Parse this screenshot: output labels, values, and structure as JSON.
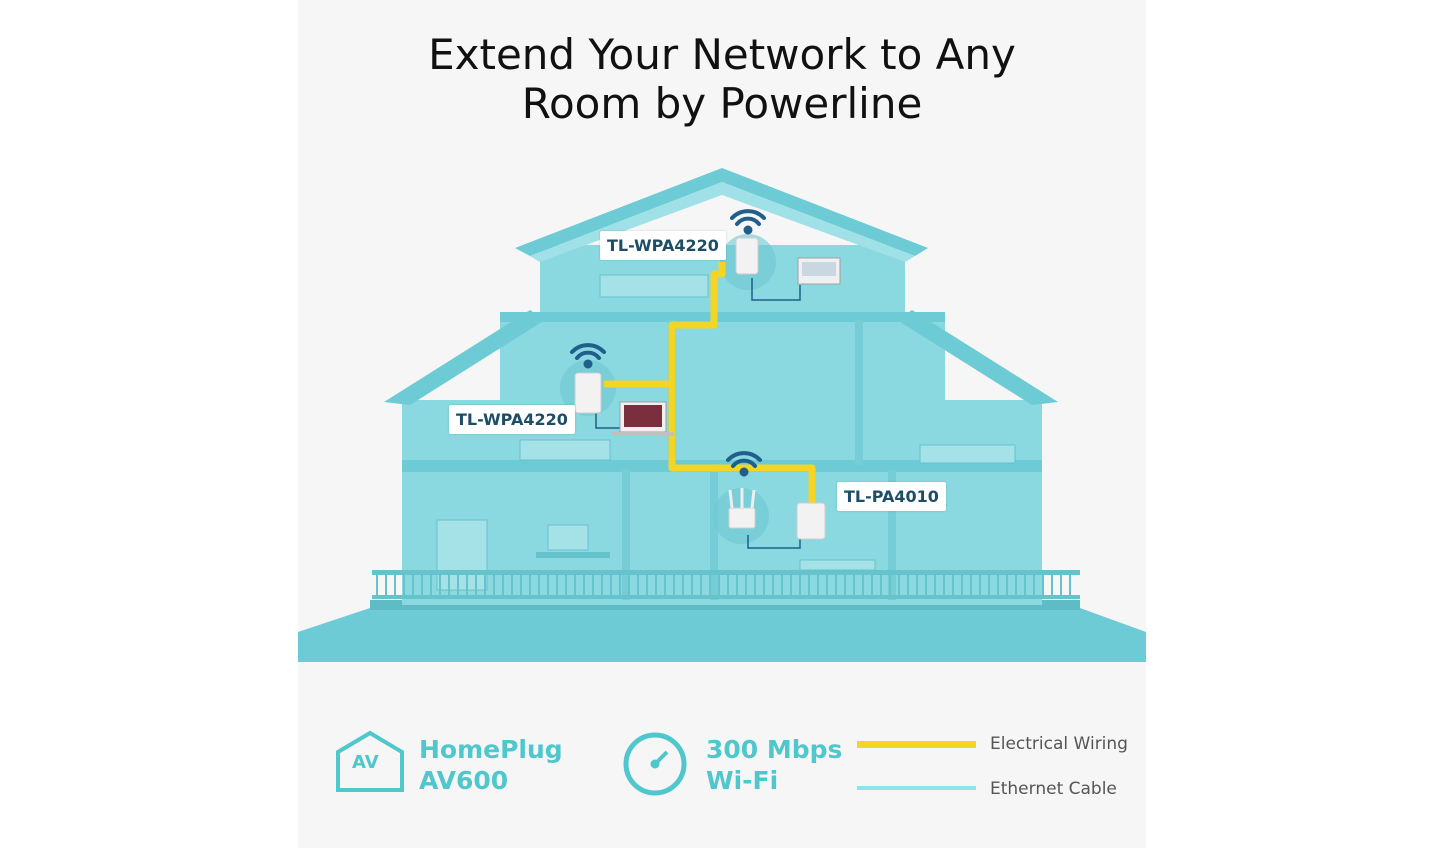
{
  "heading": {
    "line1": "Extend Your Network to Any",
    "line2": "Room by Powerline"
  },
  "devices": {
    "top_label": "TL-WPA4220",
    "middle_label": "TL-WPA4220",
    "bottom_label": "TL-PA4010"
  },
  "features": {
    "homeplug": {
      "badge": "AV",
      "line1": "HomePlug",
      "line2": "AV600",
      "icon": "house-plug-icon"
    },
    "wifi": {
      "line1": "300 Mbps",
      "line2": "Wi-Fi",
      "icon": "speedometer-icon"
    }
  },
  "legend": {
    "electrical": {
      "label": "Electrical Wiring",
      "color": "#f5d524"
    },
    "ethernet": {
      "label": "Ethernet Cable",
      "color": "#8fe3ea"
    }
  },
  "colors": {
    "house": "#7fd3dc",
    "house_dark": "#5fbcc6",
    "accent": "#4fc7cc",
    "wifi": "#1f5f8a"
  }
}
